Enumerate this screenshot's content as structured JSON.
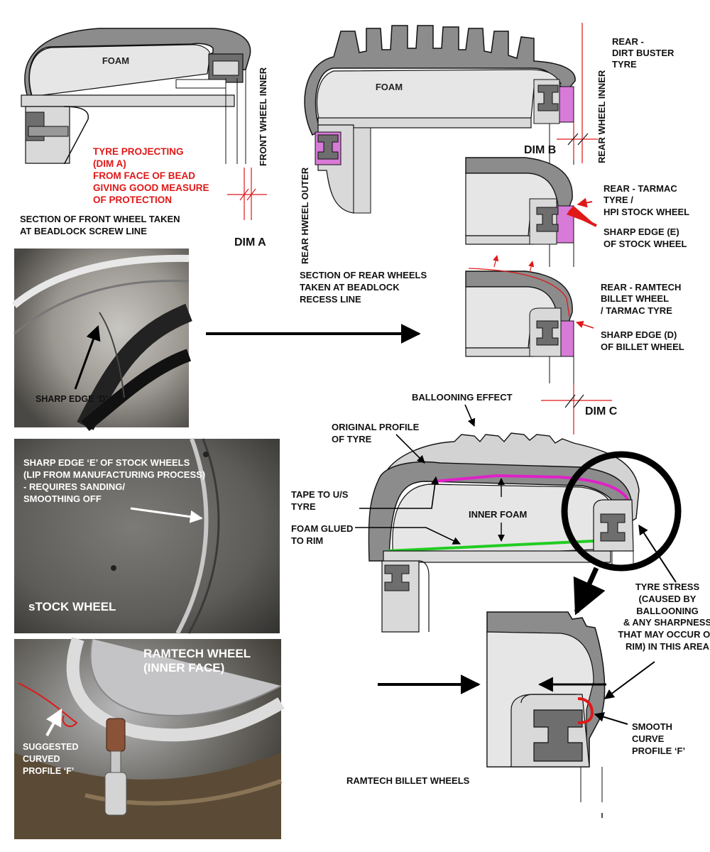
{
  "front_section": {
    "foam_label": "FOAM",
    "wheel_inner_label": "FRONT WHEEL INNER",
    "projection_note": [
      "TYRE PROJECTING",
      "(DIM A)",
      "FROM FACE OF BEAD",
      "GIVING GOOD MEASURE",
      "OF PROTECTION"
    ],
    "caption": [
      "SECTION OF FRONT WHEEL TAKEN",
      "AT BEADLOCK SCREW LINE"
    ],
    "dim_label": "DIM A"
  },
  "rear_dirt_buster": {
    "foam_label": "FOAM",
    "title": [
      "REAR -",
      "DIRT BUSTER",
      "TYRE"
    ],
    "wheel_inner_label": "REAR WHEEL INNER",
    "wheel_outer_label": "REAR HWEEL OUTER",
    "dim_label": "DIM B"
  },
  "rear_tarmac_stock": {
    "title": [
      "REAR - TARMAC",
      "TYRE /",
      "HPI STOCK WHEEL"
    ],
    "edge_note": [
      "SHARP EDGE (E)",
      "OF STOCK WHEEL"
    ]
  },
  "rear_sections_caption": [
    "SECTION OF REAR WHEELS",
    "TAKEN AT BEADLOCK",
    "RECESS LINE"
  ],
  "rear_ramtech_billet": {
    "title": [
      "REAR - RAMTECH",
      "BILLET WHEEL",
      "/ TARMAC TYRE"
    ],
    "edge_note": [
      "SHARP EDGE (D)",
      "OF BILLET WHEEL"
    ],
    "dim_label": "DIM C"
  },
  "ballooning": {
    "ballooning_label": "BALLOONING EFFECT",
    "original_profile": [
      "ORIGINAL PROFILE",
      "OF TYRE"
    ],
    "tape_label": [
      "TAPE TO U/S",
      "TYRE"
    ],
    "inner_foam_label": "INNER FOAM",
    "foam_glued_label": [
      "FOAM GLUED",
      "TO RIM"
    ],
    "stress_note": [
      "TYRE STRESS",
      "(CAUSED BY",
      "BALLOONING",
      "& ANY SHARPNESS",
      "THAT MAY OCCUR ON",
      "RIM) IN THIS AREA"
    ]
  },
  "detail": {
    "smooth_curve": [
      "SMOOTH",
      "CURVE",
      "PROFILE ‘F’"
    ],
    "caption": "RAMTECH BILLET WHEELS"
  },
  "photos": {
    "photo1_label": "SHARP EDGE ‘D’",
    "photo2_note": [
      "SHARP EDGE ‘E’ OF STOCK WHEELS",
      "(LIP FROM MANUFACTURING PROCESS)",
      "- REQUIRES SANDING/",
      "SMOOTHING OFF"
    ],
    "photo2_label": "sTOCK WHEEL",
    "photo3_title": [
      "RAMTECH WHEEL",
      "(INNER FACE)"
    ],
    "photo3_note": [
      "SUGGESTED",
      "CURVED",
      "PROFILE ‘F’"
    ]
  },
  "colors": {
    "tyre_grey": "#8c8c8c",
    "rim_light": "#d9d9d9",
    "insert_grey": "#6e6e6e",
    "bead_magenta": "#d87ad8",
    "annotation_red": "#e01818",
    "tape_magenta": "#e020c8",
    "glue_green": "#22cc22"
  }
}
